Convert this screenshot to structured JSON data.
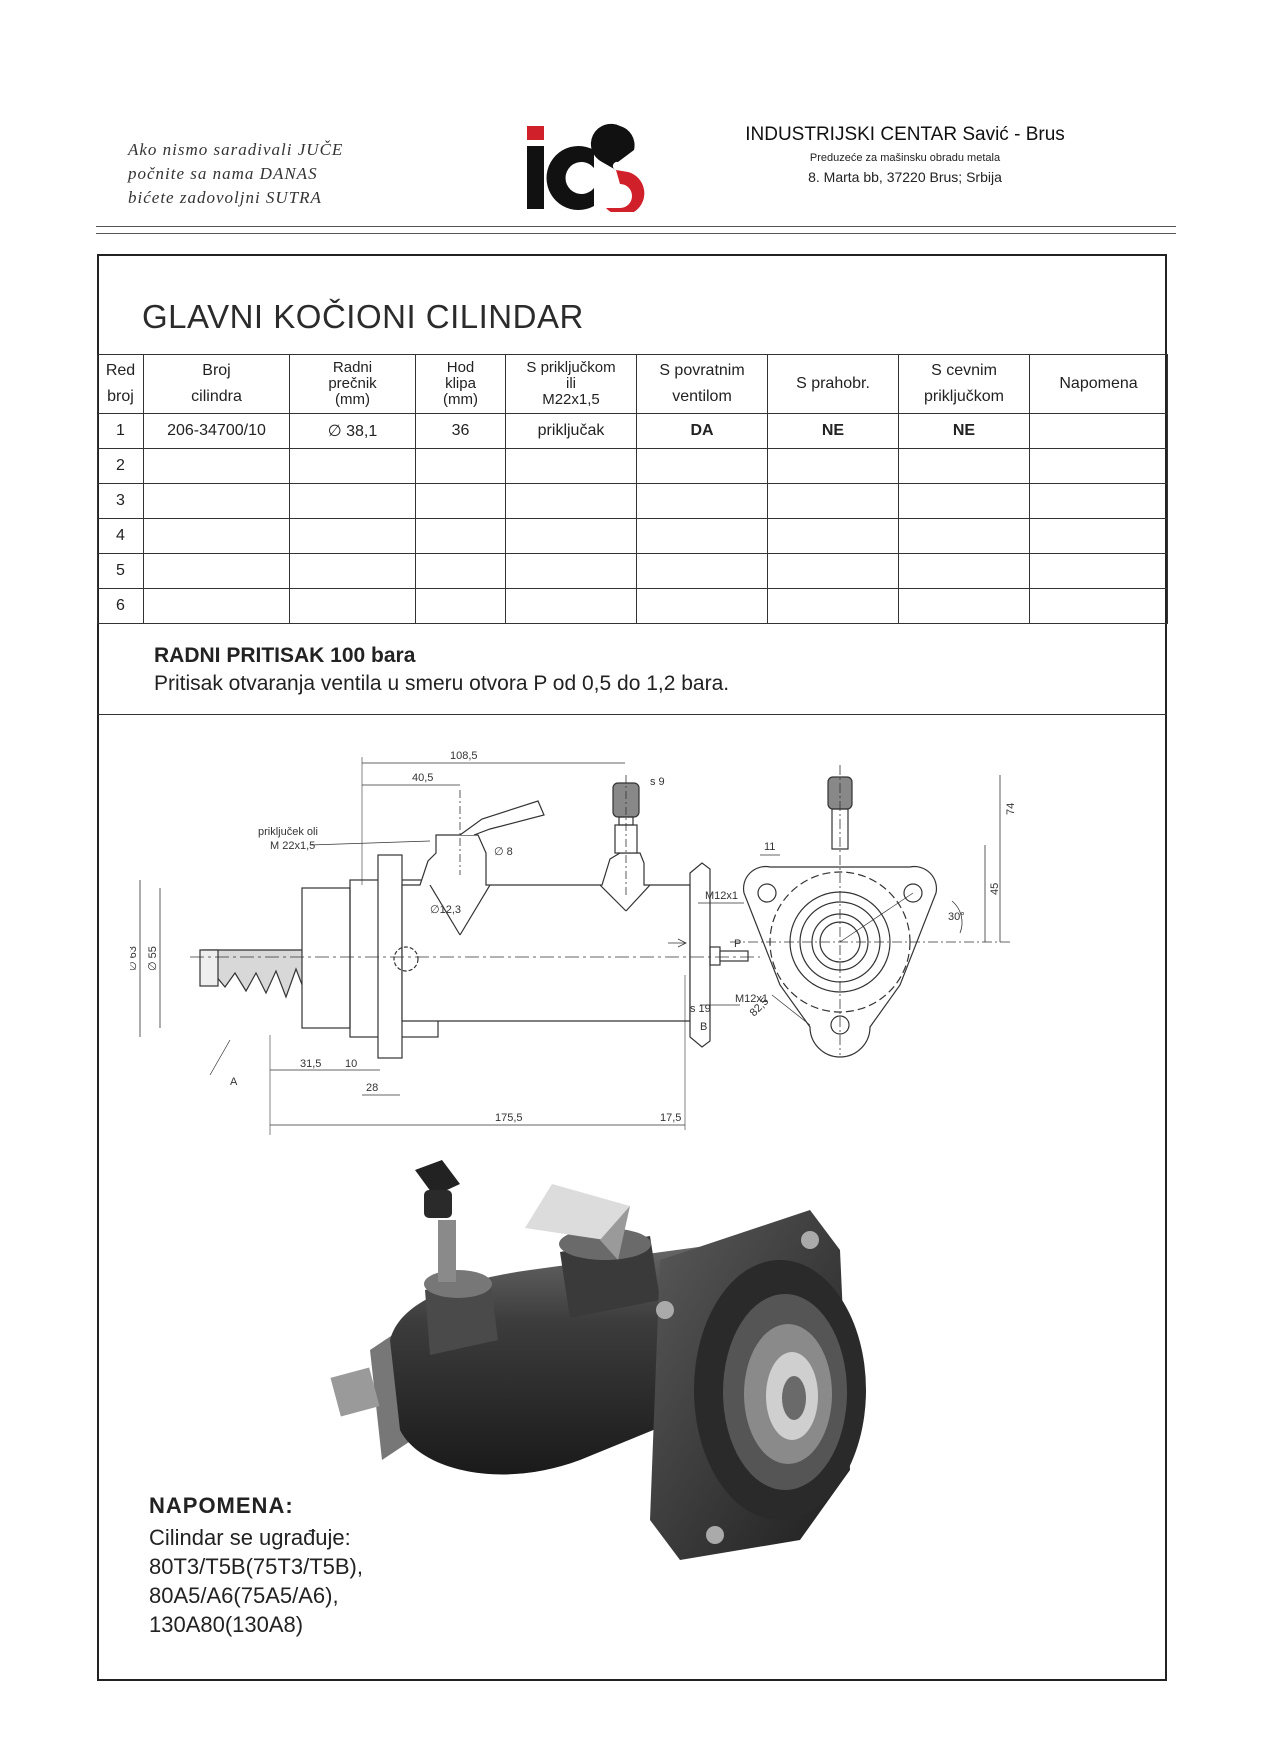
{
  "header": {
    "slogan": [
      "Ako nismo saradivali JUČE",
      "počnite sa nama DANAS",
      "bićete zadovoljni SUTRA"
    ],
    "logo_text": "ics",
    "company_name": "INDUSTRIJSKI CENTAR Savić - Brus",
    "company_sub": "Preduzeće za mašinsku obradu metala",
    "company_address": "8. Marta bb, 37220 Brus; Srbija"
  },
  "title": "GLAVNI KOČIONI CILINDAR",
  "table": {
    "headers": [
      {
        "lines": [
          "Red",
          "broj"
        ]
      },
      {
        "lines": [
          "Broj",
          "cilindra"
        ]
      },
      {
        "lines": [
          "Radni",
          "prečnik",
          "(mm)"
        ]
      },
      {
        "lines": [
          "Hod",
          "klipa",
          "(mm)"
        ]
      },
      {
        "lines": [
          "S priključkom",
          "ili",
          "M22x1,5"
        ]
      },
      {
        "lines": [
          "S povratnim",
          "ventilom"
        ]
      },
      {
        "lines": [
          "S prahobr."
        ]
      },
      {
        "lines": [
          "S cevnim",
          "priključkom"
        ]
      },
      {
        "lines": [
          "Napomena"
        ]
      }
    ],
    "rows": [
      [
        "1",
        "206-34700/10",
        "∅ 38,1",
        "36",
        "priključak",
        "DA",
        "NE",
        "NE",
        ""
      ],
      [
        "2",
        "",
        "",
        "",
        "",
        "",
        "",
        "",
        ""
      ],
      [
        "3",
        "",
        "",
        "",
        "",
        "",
        "",
        "",
        ""
      ],
      [
        "4",
        "",
        "",
        "",
        "",
        "",
        "",
        "",
        ""
      ],
      [
        "5",
        "",
        "",
        "",
        "",
        "",
        "",
        "",
        ""
      ],
      [
        "6",
        "",
        "",
        "",
        "",
        "",
        "",
        "",
        ""
      ]
    ]
  },
  "pressure": {
    "title": "RADNI PRITISAK 100 bara",
    "text": "Pritisak otvaranja ventila u smeru otvora P od 0,5 do 1,2 bara."
  },
  "drawing": {
    "dimensions": {
      "d108_5": "108,5",
      "d40_5": "40,5",
      "s9": "s 9",
      "oil_port": "priključek oli",
      "oil_thread": "M 22x1,5",
      "d8": "∅ 8",
      "d12_3": "∅12,3",
      "m12_top": "M12x1",
      "p_port": "P",
      "m12_bottom": "M12x1",
      "s19": "s 19",
      "b": "B",
      "a": "A",
      "d63": "∅ 63",
      "d55": "∅ 55",
      "d31_5": "31,5",
      "d10": "10",
      "d28": "28",
      "d175_5": "175,5",
      "d17_5": "17,5",
      "d11": "11",
      "d74": "74",
      "d45": "45",
      "a30": "30°",
      "d82_5": "82,5"
    }
  },
  "note": {
    "title": "NAPOMENA:",
    "lines": [
      "Cilindar se ugrađuje:",
      "80T3/T5B(75T3/T5B),",
      "80A5/A6(75A5/A6),",
      "130A80(130A8)"
    ]
  },
  "colors": {
    "logo_black": "#111111",
    "logo_red": "#d0202a",
    "border": "#222222"
  }
}
